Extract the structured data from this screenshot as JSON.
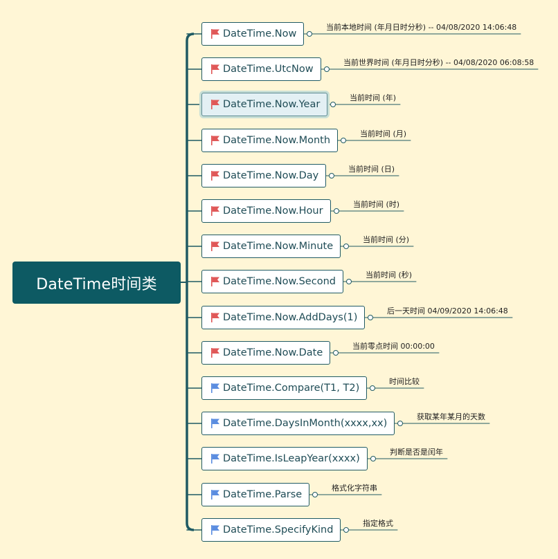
{
  "root": {
    "label": "DateTime时间类"
  },
  "colors": {
    "background": "#fff6d6",
    "root_fill": "#0d5a63",
    "branch_line": "#1f5a63",
    "flag_red": "#e05858",
    "flag_blue": "#5b8de0"
  },
  "topics": [
    {
      "label": "DateTime.Now",
      "note": "当前本地时间 (年月日时分秒) -- 04/08/2020 14:06:48",
      "flag": "red"
    },
    {
      "label": "DateTime.UtcNow",
      "note": "当前世界时间 (年月日时分秒) -- 04/08/2020 06:08:58",
      "flag": "red"
    },
    {
      "label": "DateTime.Now.Year",
      "note": "当前时间 (年)",
      "flag": "red",
      "selected": true
    },
    {
      "label": "DateTime.Now.Month",
      "note": "当前时间 (月)",
      "flag": "red"
    },
    {
      "label": "DateTime.Now.Day",
      "note": "当前时间 (日)",
      "flag": "red"
    },
    {
      "label": "DateTime.Now.Hour",
      "note": "当前时间 (时)",
      "flag": "red"
    },
    {
      "label": "DateTime.Now.Minute",
      "note": "当前时间 (分)",
      "flag": "red"
    },
    {
      "label": "DateTime.Now.Second",
      "note": "当前时间 (秒)",
      "flag": "red"
    },
    {
      "label": "DateTime.Now.AddDays(1)",
      "note": "后一天时间  04/09/2020 14:06:48",
      "flag": "red"
    },
    {
      "label": "DateTime.Now.Date",
      "note": "当前零点时间  00:00:00",
      "flag": "red"
    },
    {
      "label": "DateTime.Compare(T1, T2)",
      "note": "时间比较",
      "flag": "blue"
    },
    {
      "label": "DateTime.DaysInMonth(xxxx,xx)",
      "note": "获取某年某月的天数",
      "flag": "blue"
    },
    {
      "label": "DateTime.IsLeapYear(xxxx)",
      "note": "判断是否是闰年",
      "flag": "blue"
    },
    {
      "label": "DateTime.Parse",
      "note": "格式化字符串",
      "flag": "blue"
    },
    {
      "label": "DateTime.SpecifyKind",
      "note": "指定格式",
      "flag": "blue"
    }
  ]
}
